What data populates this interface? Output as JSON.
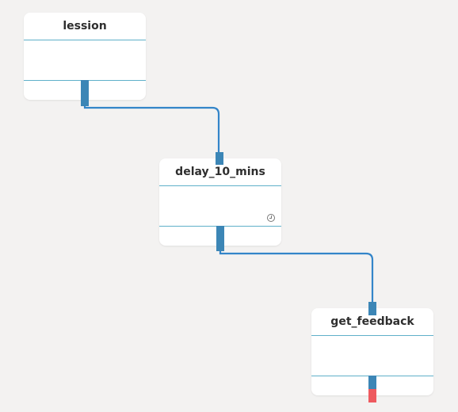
{
  "nodes": [
    {
      "id": "lession",
      "label": "lession",
      "has_timer": false
    },
    {
      "id": "delay_10_mins",
      "label": "delay_10_mins",
      "has_timer": true
    },
    {
      "id": "get_feedback",
      "label": "get_feedback",
      "has_timer": false
    }
  ],
  "edges": [
    {
      "from": "lession",
      "to": "delay_10_mins"
    },
    {
      "from": "delay_10_mins",
      "to": "get_feedback"
    }
  ],
  "colors": {
    "background": "#f3f2f1",
    "node_background": "#ffffff",
    "divider": "#5fb0c9",
    "port": "#3c86b6",
    "connector": "#3385c9",
    "error_port": "#ee5a5f"
  },
  "icons": {
    "timer": "clock-icon"
  }
}
